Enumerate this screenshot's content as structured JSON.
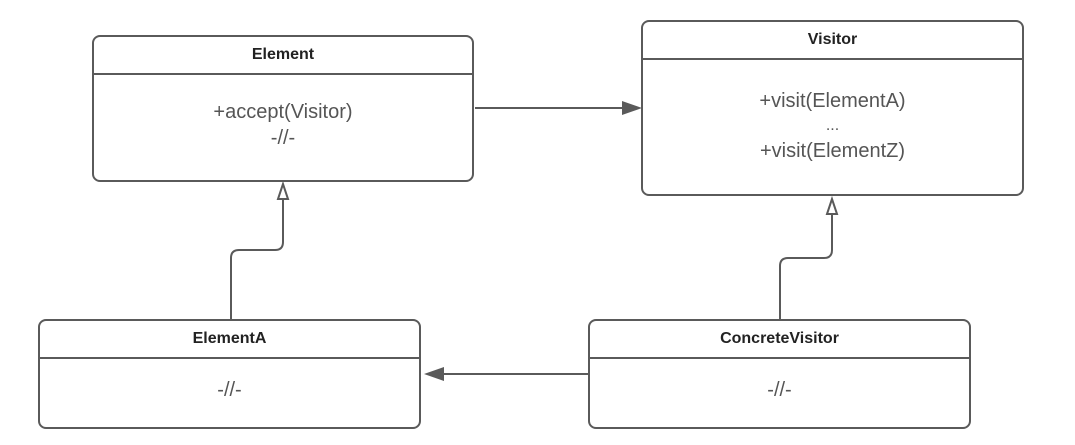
{
  "diagram": {
    "classes": {
      "element": {
        "name": "Element",
        "members": [
          "+accept(Visitor)",
          "-//-"
        ]
      },
      "visitor": {
        "name": "Visitor",
        "members": [
          "+visit(ElementA)",
          "...",
          "+visit(ElementZ)"
        ]
      },
      "element_a": {
        "name": "ElementA",
        "members": [
          "-//-"
        ]
      },
      "concrete_visitor": {
        "name": "ConcreteVisitor",
        "members": [
          "-//-"
        ]
      }
    },
    "relations": [
      {
        "from": "element",
        "to": "visitor",
        "kind": "association"
      },
      {
        "from": "element_a",
        "to": "element",
        "kind": "inheritance"
      },
      {
        "from": "concrete_visitor",
        "to": "visitor",
        "kind": "inheritance"
      },
      {
        "from": "concrete_visitor",
        "to": "element_a",
        "kind": "association"
      }
    ],
    "colors": {
      "line": "#5a5a5a",
      "border": "#5a5a5a",
      "text": "#555555",
      "title": "#222222"
    }
  }
}
